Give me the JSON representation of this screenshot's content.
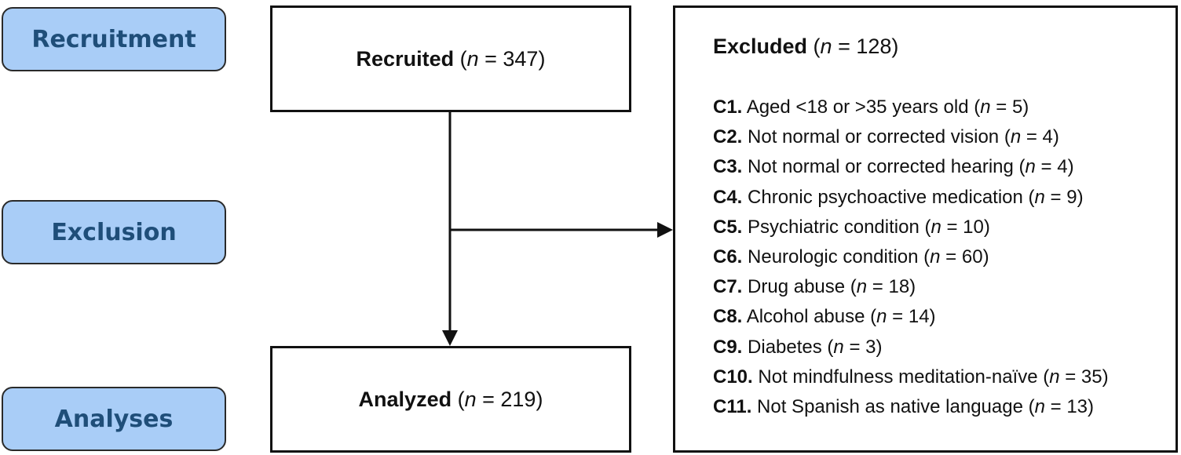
{
  "phases": [
    {
      "id": "recruitment",
      "label": "Recruitment"
    },
    {
      "id": "exclusion",
      "label": "Exclusion"
    },
    {
      "id": "analyses",
      "label": "Analyses"
    }
  ],
  "recruited": {
    "label": "Recruited",
    "open": " (",
    "n": "n",
    "value": " = 347)"
  },
  "analyzed": {
    "label": "Analyzed",
    "open": " (",
    "n": "n",
    "value": " = 219)"
  },
  "excluded": {
    "label": "Excluded",
    "open": " (",
    "n": "n",
    "value": " = 128)",
    "criteria": [
      {
        "code": "C1.",
        "text": " Aged <18 or >35 years old (",
        "n": "n",
        "count": " = 5)"
      },
      {
        "code": "C2.",
        "text": " Not normal or corrected vision (",
        "n": "n",
        "count": " = 4)"
      },
      {
        "code": "C3.",
        "text": " Not normal or corrected hearing (",
        "n": "n",
        "count": " = 4)"
      },
      {
        "code": "C4.",
        "text": " Chronic psychoactive medication (",
        "n": "n",
        "count": " = 9)"
      },
      {
        "code": "C5.",
        "text": " Psychiatric condition (",
        "n": "n",
        "count": " = 10)"
      },
      {
        "code": "C6.",
        "text": " Neurologic condition (",
        "n": "n",
        "count": " = 60)"
      },
      {
        "code": "C7.",
        "text": " Drug abuse (",
        "n": "n",
        "count": " = 18)"
      },
      {
        "code": "C8.",
        "text": " Alcohol abuse (",
        "n": "n",
        "count": " = 14)"
      },
      {
        "code": "C9.",
        "text": " Diabetes (",
        "n": "n",
        "count": " = 3)"
      },
      {
        "code": "C10.",
        "text": " Not mindfulness meditation-naïve (",
        "n": "n",
        "count": " = 35)"
      },
      {
        "code": "C11.",
        "text": " Not Spanish as native language (",
        "n": "n",
        "count": " = 13)"
      }
    ]
  },
  "colors": {
    "phase_fill": "#a9cdf7",
    "phase_text": "#1f4e79",
    "stroke": "#111111"
  }
}
